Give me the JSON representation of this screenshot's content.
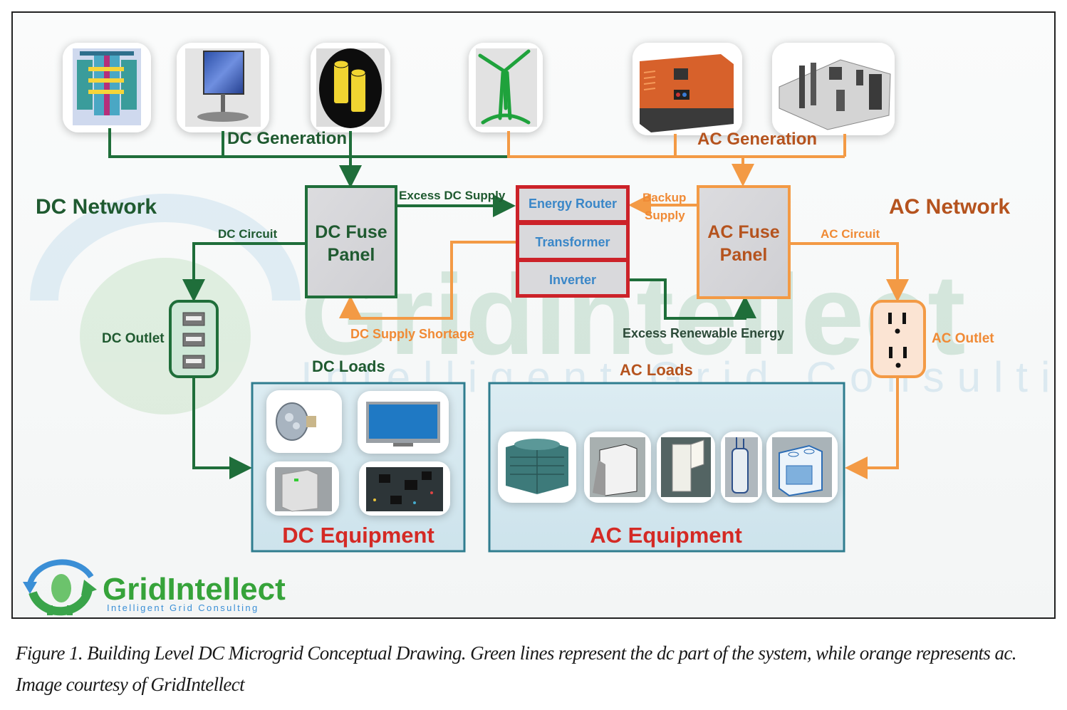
{
  "colors": {
    "dc_line": "#1f6e3a",
    "ac_line": "#f39a45",
    "dc_text": "#1f5a30",
    "ac_text": "#b5531e",
    "router_border": "#cc2229",
    "router_text": "#3a87c8",
    "equipment_border": "#2f7d8f",
    "equipment_label": "#d42a25",
    "panel_fill": "#d9d9dc"
  },
  "generation": {
    "dc_label": "DC Generation",
    "ac_label": "AC Generation",
    "dc_sources": [
      {
        "name": "fuel-cell",
        "icon": "fuel-cell-icon"
      },
      {
        "name": "solar-panel",
        "icon": "solar-panel-icon"
      },
      {
        "name": "battery",
        "icon": "battery-icon"
      }
    ],
    "renewable_source": {
      "name": "wind-turbine",
      "icon": "wind-turbine-icon"
    },
    "ac_sources": [
      {
        "name": "generator",
        "icon": "generator-icon"
      },
      {
        "name": "utility-grid",
        "icon": "substation-icon"
      }
    ]
  },
  "networks": {
    "dc_title": "DC Network",
    "ac_title": "AC Network"
  },
  "panels": {
    "dc_fuse_panel": [
      "DC Fuse",
      "Panel"
    ],
    "ac_fuse_panel": [
      "AC Fuse",
      "Panel"
    ]
  },
  "router": {
    "rows": [
      "Energy Router",
      "Transformer",
      "Inverter"
    ]
  },
  "flows": {
    "excess_dc_supply": "Excess DC Supply",
    "backup_supply": [
      "Backup",
      "Supply"
    ],
    "dc_supply_shortage": "DC Supply Shortage",
    "excess_renewable_energy": "Excess Renewable Energy",
    "dc_circuit": "DC Circuit",
    "ac_circuit": "AC Circuit"
  },
  "outlets": {
    "dc_outlet": "DC Outlet",
    "ac_outlet": "AC Outlet"
  },
  "loads": {
    "dc_loads_title": "DC Loads",
    "ac_loads_title": "AC Loads",
    "dc_equipment_label": "DC Equipment",
    "ac_equipment_label": "AC Equipment",
    "dc_items": [
      "led-bulb",
      "flat-screen-tv",
      "computer-server",
      "circuit-board"
    ],
    "ac_items": [
      "air-conditioner",
      "washing-machine",
      "refrigerator",
      "water-heater",
      "electric-stove"
    ]
  },
  "logo": {
    "name": "GridIntellect",
    "tagline": "Intelligent Grid Consulting"
  },
  "caption": {
    "line1": "Figure 1. Building Level DC Microgrid Conceptual Drawing. Green lines represent the dc part of the system, while orange represents ac.",
    "line2": "Image courtesy of GridIntellect"
  }
}
